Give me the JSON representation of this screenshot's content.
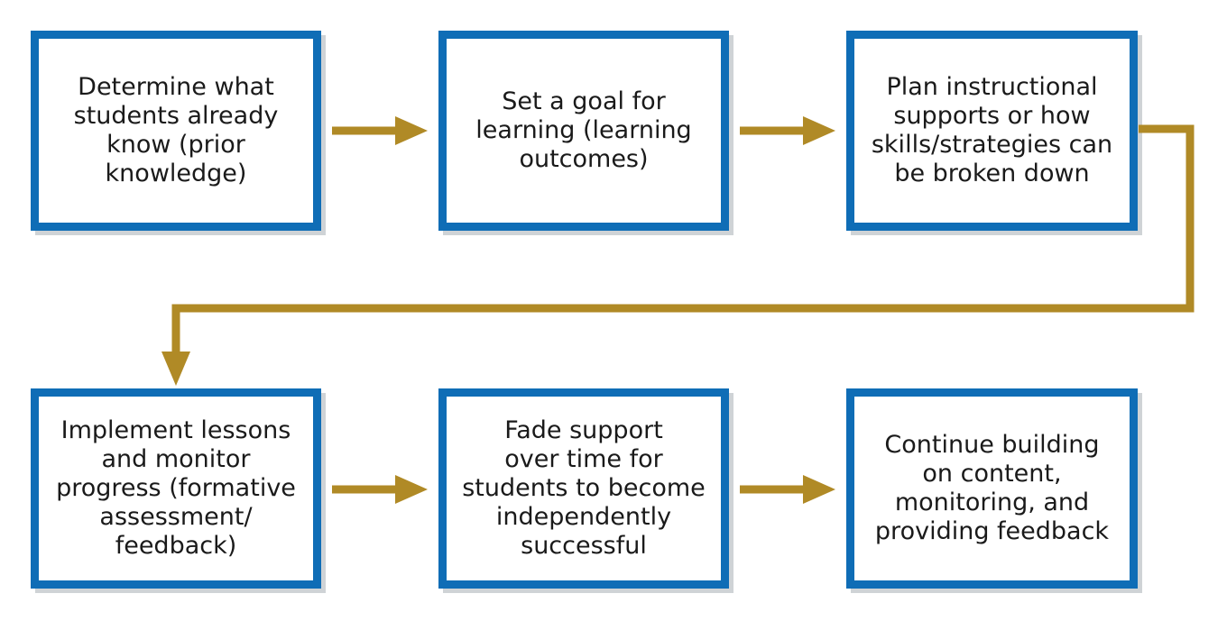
{
  "diagram": {
    "colors": {
      "box_border": "#0f6db6",
      "arrow": "#b08a26",
      "shadow": "#cfd3d6"
    },
    "steps": [
      {
        "id": "step-1",
        "text": "Determine what\nstudents already\nknow (prior\nknowledge)"
      },
      {
        "id": "step-2",
        "text": "Set a goal for\nlearning (learning\noutcomes)"
      },
      {
        "id": "step-3",
        "text": "Plan instructional\nsupports or how\nskills/strategies can\nbe broken down"
      },
      {
        "id": "step-4",
        "text": "Implement lessons\nand monitor\nprogress (formative\nassessment/\nfeedback)"
      },
      {
        "id": "step-5",
        "text": "Fade support\nover time for\nstudents to become\nindependently\nsuccessful"
      },
      {
        "id": "step-6",
        "text": "Continue building\non content,\nmonitoring, and\nproviding feedback"
      }
    ],
    "connections": [
      {
        "from": "step-1",
        "to": "step-2"
      },
      {
        "from": "step-2",
        "to": "step-3"
      },
      {
        "from": "step-3",
        "to": "step-4"
      },
      {
        "from": "step-4",
        "to": "step-5"
      },
      {
        "from": "step-5",
        "to": "step-6"
      }
    ]
  }
}
